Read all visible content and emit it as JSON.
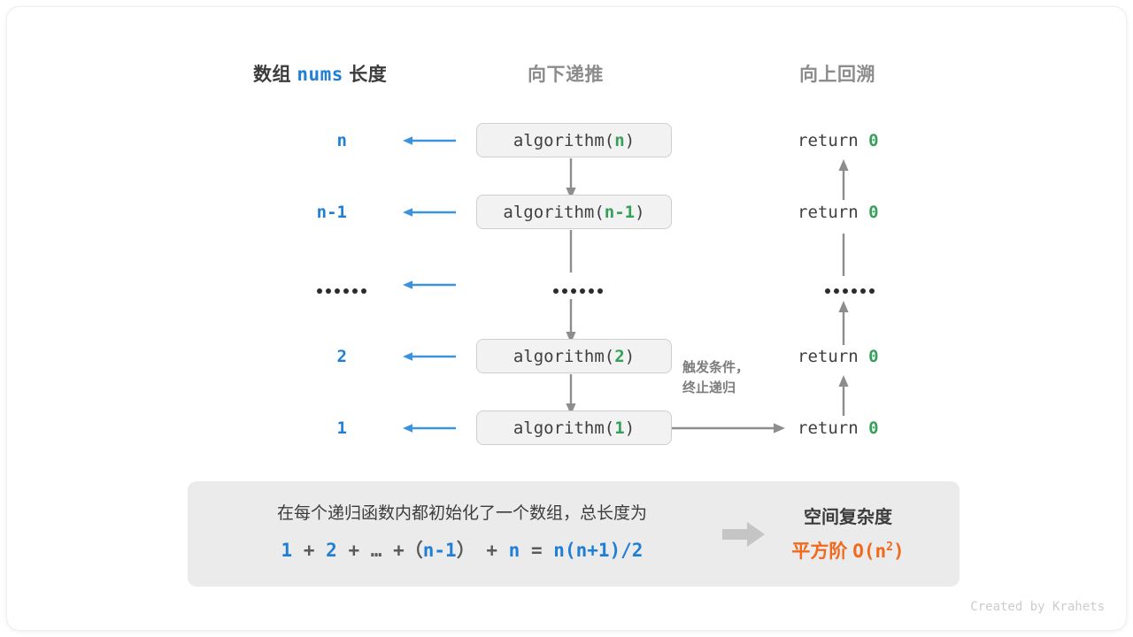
{
  "headers": {
    "left_prefix": "数组",
    "left_code": "nums",
    "left_suffix": "长度",
    "middle": "向下递推",
    "right": "向上回溯"
  },
  "colors": {
    "blue": "#1f7fd6",
    "green": "#35a05a",
    "gray": "#8c8c8c",
    "dark": "#3c3c3c",
    "orange": "#ef6a1d",
    "box_fill": "#f2f2f2",
    "box_border": "#cfcfcf",
    "panel_fill": "#ebebeb",
    "arrow_gray": "#888888",
    "arrow_blue": "#3b93e0"
  },
  "rows": [
    {
      "length": "n",
      "call_prefix": "algorithm(",
      "call_arg": "n",
      "call_suffix": ")",
      "return_text": "return",
      "return_value": "0",
      "is_ellipsis": false
    },
    {
      "length": "n-1",
      "call_prefix": "algorithm(",
      "call_arg": "n-1",
      "call_suffix": ")",
      "return_text": "return",
      "return_value": "0",
      "is_ellipsis": false
    },
    {
      "length": "••••••",
      "call_prefix": "",
      "call_arg": "••••••",
      "call_suffix": "",
      "return_text": "",
      "return_value": "••••••",
      "is_ellipsis": true
    },
    {
      "length": "2",
      "call_prefix": "algorithm(",
      "call_arg": "2",
      "call_suffix": ")",
      "return_text": "return",
      "return_value": "0",
      "is_ellipsis": false
    },
    {
      "length": "1",
      "call_prefix": "algorithm(",
      "call_arg": "1",
      "call_suffix": ")",
      "return_text": "return",
      "return_value": "0",
      "is_ellipsis": false
    }
  ],
  "trigger_note": {
    "line1": "触发条件，",
    "line2": "终止递归"
  },
  "bottom_panel": {
    "description": "在每个递归函数内都初始化了一个数组，总长度为",
    "formula": {
      "t1": "1",
      "o1": "+",
      "t2": "2",
      "o2": "+",
      "t3": "…",
      "o3": "+",
      "o4": "（",
      "t4": "n-1",
      "o5": "）",
      "o6": "+",
      "t5": "n",
      "o7": "=",
      "t6": "n(n+1)/2"
    },
    "result_title": "空间复杂度",
    "result_prefix": "平方阶",
    "result_value": "O(n",
    "result_exp": "2",
    "result_tail": ")"
  },
  "footer": {
    "credit": "Created by Krahets"
  }
}
